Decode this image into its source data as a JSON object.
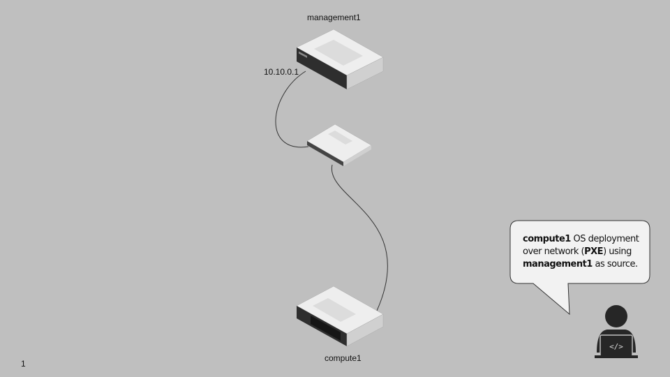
{
  "nodes": {
    "management": {
      "name": "management1",
      "ip": "10.10.0.1"
    },
    "compute": {
      "name": "compute1"
    }
  },
  "callout": {
    "part1_bold": "compute1",
    "part2": " OS deployment over network (",
    "part3_bold": "PXE",
    "part4": ") using ",
    "part5_bold": "management1",
    "part6": " as source."
  },
  "slide_number": "1"
}
